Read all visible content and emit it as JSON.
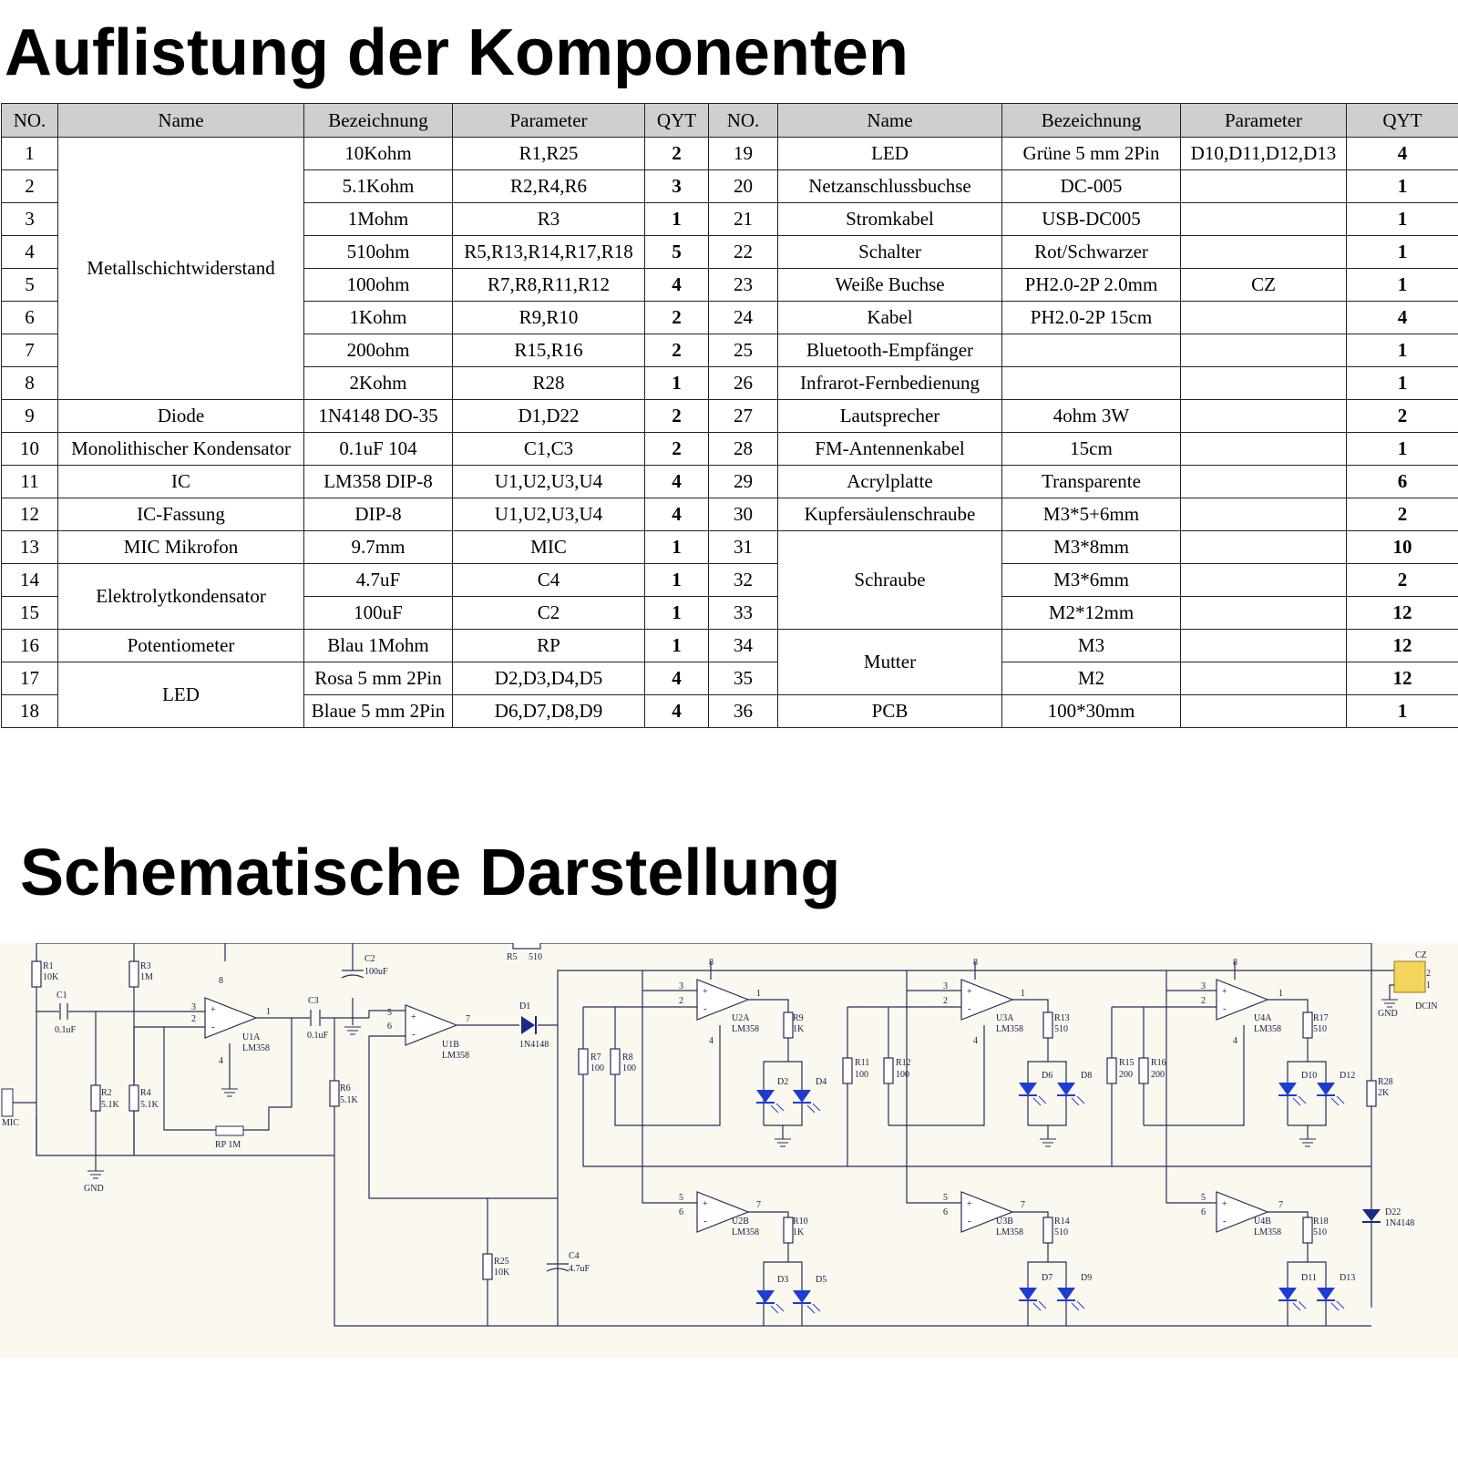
{
  "titles": {
    "components": "Auflistung der Komponenten",
    "schematic": "Schematische Darstellung"
  },
  "table": {
    "headers": [
      "NO.",
      "Name",
      "Bezeichnung",
      "Parameter",
      "QYT",
      "NO.",
      "Name",
      "Bezeichnung",
      "Parameter",
      "QYT"
    ],
    "left_groups": [
      {
        "name": "Metallschichtwiderstand",
        "rows": [
          {
            "no": "1",
            "bez": "10Kohm",
            "param": "R1,R25",
            "qty": "2"
          },
          {
            "no": "2",
            "bez": "5.1Kohm",
            "param": "R2,R4,R6",
            "qty": "3"
          },
          {
            "no": "3",
            "bez": "1Mohm",
            "param": "R3",
            "qty": "1"
          },
          {
            "no": "4",
            "bez": "510ohm",
            "param": "R5,R13,R14,R17,R18",
            "qty": "5"
          },
          {
            "no": "5",
            "bez": "100ohm",
            "param": "R7,R8,R11,R12",
            "qty": "4"
          },
          {
            "no": "6",
            "bez": "1Kohm",
            "param": "R9,R10",
            "qty": "2"
          },
          {
            "no": "7",
            "bez": "200ohm",
            "param": "R15,R16",
            "qty": "2"
          },
          {
            "no": "8",
            "bez": "2Kohm",
            "param": "R28",
            "qty": "1"
          }
        ]
      },
      {
        "name": "Diode",
        "rows": [
          {
            "no": "9",
            "bez": "1N4148 DO-35",
            "param": "D1,D22",
            "qty": "2"
          }
        ]
      },
      {
        "name": "Monolithischer Kondensator",
        "rows": [
          {
            "no": "10",
            "bez": "0.1uF 104",
            "param": "C1,C3",
            "qty": "2"
          }
        ]
      },
      {
        "name": "IC",
        "rows": [
          {
            "no": "11",
            "bez": "LM358 DIP-8",
            "param": "U1,U2,U3,U4",
            "qty": "4"
          }
        ]
      },
      {
        "name": "IC-Fassung",
        "rows": [
          {
            "no": "12",
            "bez": "DIP-8",
            "param": "U1,U2,U3,U4",
            "qty": "4"
          }
        ]
      },
      {
        "name": "MIC Mikrofon",
        "rows": [
          {
            "no": "13",
            "bez": "9.7mm",
            "param": "MIC",
            "qty": "1"
          }
        ]
      },
      {
        "name": "Elektrolytkondensator",
        "rows": [
          {
            "no": "14",
            "bez": "4.7uF",
            "param": "C4",
            "qty": "1"
          },
          {
            "no": "15",
            "bez": "100uF",
            "param": "C2",
            "qty": "1"
          }
        ]
      },
      {
        "name": "Potentiometer",
        "rows": [
          {
            "no": "16",
            "bez": "Blau 1Mohm",
            "param": "RP",
            "qty": "1"
          }
        ]
      },
      {
        "name": "LED",
        "rows": [
          {
            "no": "17",
            "bez": "Rosa 5 mm 2Pin",
            "param": "D2,D3,D4,D5",
            "qty": "4"
          },
          {
            "no": "18",
            "bez": "Blaue 5 mm 2Pin",
            "param": "D6,D7,D8,D9",
            "qty": "4"
          }
        ]
      }
    ],
    "right_groups": [
      {
        "name": "LED",
        "rows": [
          {
            "no": "19",
            "bez": "Grüne 5 mm 2Pin",
            "param": "D10,D11,D12,D13",
            "qty": "4"
          }
        ]
      },
      {
        "name": "Netzanschlussbuchse",
        "rows": [
          {
            "no": "20",
            "bez": "DC-005",
            "param": "",
            "qty": "1"
          }
        ]
      },
      {
        "name": "Stromkabel",
        "rows": [
          {
            "no": "21",
            "bez": "USB-DC005",
            "param": "",
            "qty": "1"
          }
        ]
      },
      {
        "name": "Schalter",
        "rows": [
          {
            "no": "22",
            "bez": "Rot/Schwarzer",
            "param": "",
            "qty": "1"
          }
        ]
      },
      {
        "name": "Weiße Buchse",
        "rows": [
          {
            "no": "23",
            "bez": "PH2.0-2P 2.0mm",
            "param": "CZ",
            "qty": "1"
          }
        ]
      },
      {
        "name": "Kabel",
        "rows": [
          {
            "no": "24",
            "bez": "PH2.0-2P 15cm",
            "param": "",
            "qty": "4"
          }
        ]
      },
      {
        "name": "Bluetooth-Empfänger",
        "rows": [
          {
            "no": "25",
            "bez": "",
            "param": "",
            "qty": "1"
          }
        ]
      },
      {
        "name": "Infrarot-Fernbedienung",
        "rows": [
          {
            "no": "26",
            "bez": "",
            "param": "",
            "qty": "1"
          }
        ]
      },
      {
        "name": "Lautsprecher",
        "rows": [
          {
            "no": "27",
            "bez": "4ohm 3W",
            "param": "",
            "qty": "2"
          }
        ]
      },
      {
        "name": "FM-Antennenkabel",
        "rows": [
          {
            "no": "28",
            "bez": "15cm",
            "param": "",
            "qty": "1"
          }
        ]
      },
      {
        "name": "Acrylplatte",
        "rows": [
          {
            "no": "29",
            "bez": "Transparente",
            "param": "",
            "qty": "6"
          }
        ]
      },
      {
        "name": "Kupfersäulenschraube",
        "rows": [
          {
            "no": "30",
            "bez": "M3*5+6mm",
            "param": "",
            "qty": "2"
          }
        ]
      },
      {
        "name": "Schraube",
        "rows": [
          {
            "no": "31",
            "bez": "M3*8mm",
            "param": "",
            "qty": "10"
          },
          {
            "no": "32",
            "bez": "M3*6mm",
            "param": "",
            "qty": "2"
          },
          {
            "no": "33",
            "bez": "M2*12mm",
            "param": "",
            "qty": "12"
          }
        ]
      },
      {
        "name": "Mutter",
        "rows": [
          {
            "no": "34",
            "bez": "M3",
            "param": "",
            "qty": "12"
          },
          {
            "no": "35",
            "bez": "M2",
            "param": "",
            "qty": "12"
          }
        ]
      },
      {
        "name": "PCB",
        "rows": [
          {
            "no": "36",
            "bez": "100*30mm",
            "param": "",
            "qty": "1"
          }
        ]
      }
    ]
  },
  "schematic": {
    "colors": {
      "wire": "#2a2a5a",
      "led": "#1e3ccf",
      "connector": "#f2d55a",
      "background": "#fbf8ef"
    },
    "labels": {
      "R1": "R1",
      "R1v": "10K",
      "C1": "C1",
      "C1v": "0.1uF",
      "R3": "R3",
      "R3v": "1M",
      "R2": "R2",
      "R2v": "5.1K",
      "R4": "R4",
      "R4v": "5.1K",
      "U1A": "U1A",
      "lm358": "LM358",
      "RP": "RP 1M",
      "GND": "GND",
      "MIC": "MIC",
      "C2": "C2",
      "C2v": "100uF",
      "C3": "C3",
      "C3v": "0.1uF",
      "R6": "R6",
      "R6v": "5.1K",
      "U1B": "U1B",
      "D1": "D1",
      "D1v": "1N4148",
      "R5": "R5",
      "R5v": "510",
      "R25": "R25",
      "R25v": "10K",
      "C4": "C4",
      "C4v": "4.7uF",
      "R7": "R7",
      "R7v": "100",
      "R8": "R8",
      "R8v": "100",
      "U2A": "U2A",
      "U2B": "U2B",
      "R9": "R9",
      "R9v": "1K",
      "R10": "R10",
      "R10v": "1K",
      "D2": "D2",
      "D4": "D4",
      "D3": "D3",
      "D5": "D5",
      "R11": "R11",
      "R11v": "100",
      "R12": "R12",
      "R12v": "100",
      "U3A": "U3A",
      "U3B": "U3B",
      "R13": "R13",
      "R13v": "510",
      "R14": "R14",
      "R14v": "510",
      "D6": "D6",
      "D8": "D8",
      "D7": "D7",
      "D9": "D9",
      "R15": "R15",
      "R15v": "200",
      "R16": "R16",
      "R16v": "200",
      "U4A": "U4A",
      "U4B": "U4B",
      "R17": "R17",
      "R17v": "510",
      "R18": "R18",
      "R18v": "510",
      "D10": "D10",
      "D12": "D12",
      "D11": "D11",
      "D13": "D13",
      "R28": "R28",
      "R28v": "2K",
      "D22": "D22",
      "D22v": "1N4148",
      "CZ": "CZ",
      "CZp2": "2",
      "CZp1": "1",
      "DCIN": "DCIN",
      "p1": "1",
      "p2": "2",
      "p3": "3",
      "p4": "4",
      "p5": "5",
      "p6": "6",
      "p7": "7",
      "p8": "8"
    }
  }
}
